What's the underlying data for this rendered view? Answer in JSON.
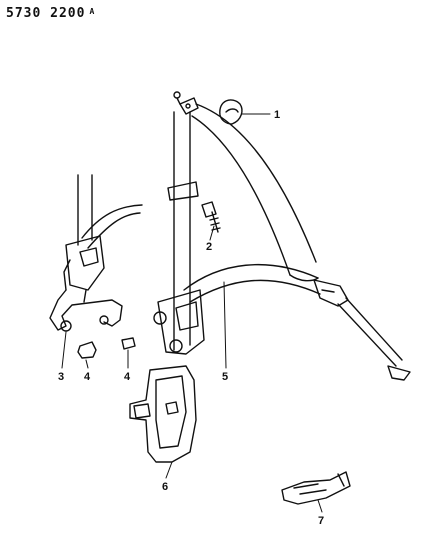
{
  "header": {
    "code": "5730 2200",
    "suffix": "A"
  },
  "callouts": [
    {
      "id": "c1",
      "label": "1"
    },
    {
      "id": "c2",
      "label": "2"
    },
    {
      "id": "c3",
      "label": "3"
    },
    {
      "id": "c4a",
      "label": "4"
    },
    {
      "id": "c4b",
      "label": "4"
    },
    {
      "id": "c5",
      "label": "5"
    },
    {
      "id": "c6",
      "label": "6"
    },
    {
      "id": "c7",
      "label": "7"
    }
  ]
}
